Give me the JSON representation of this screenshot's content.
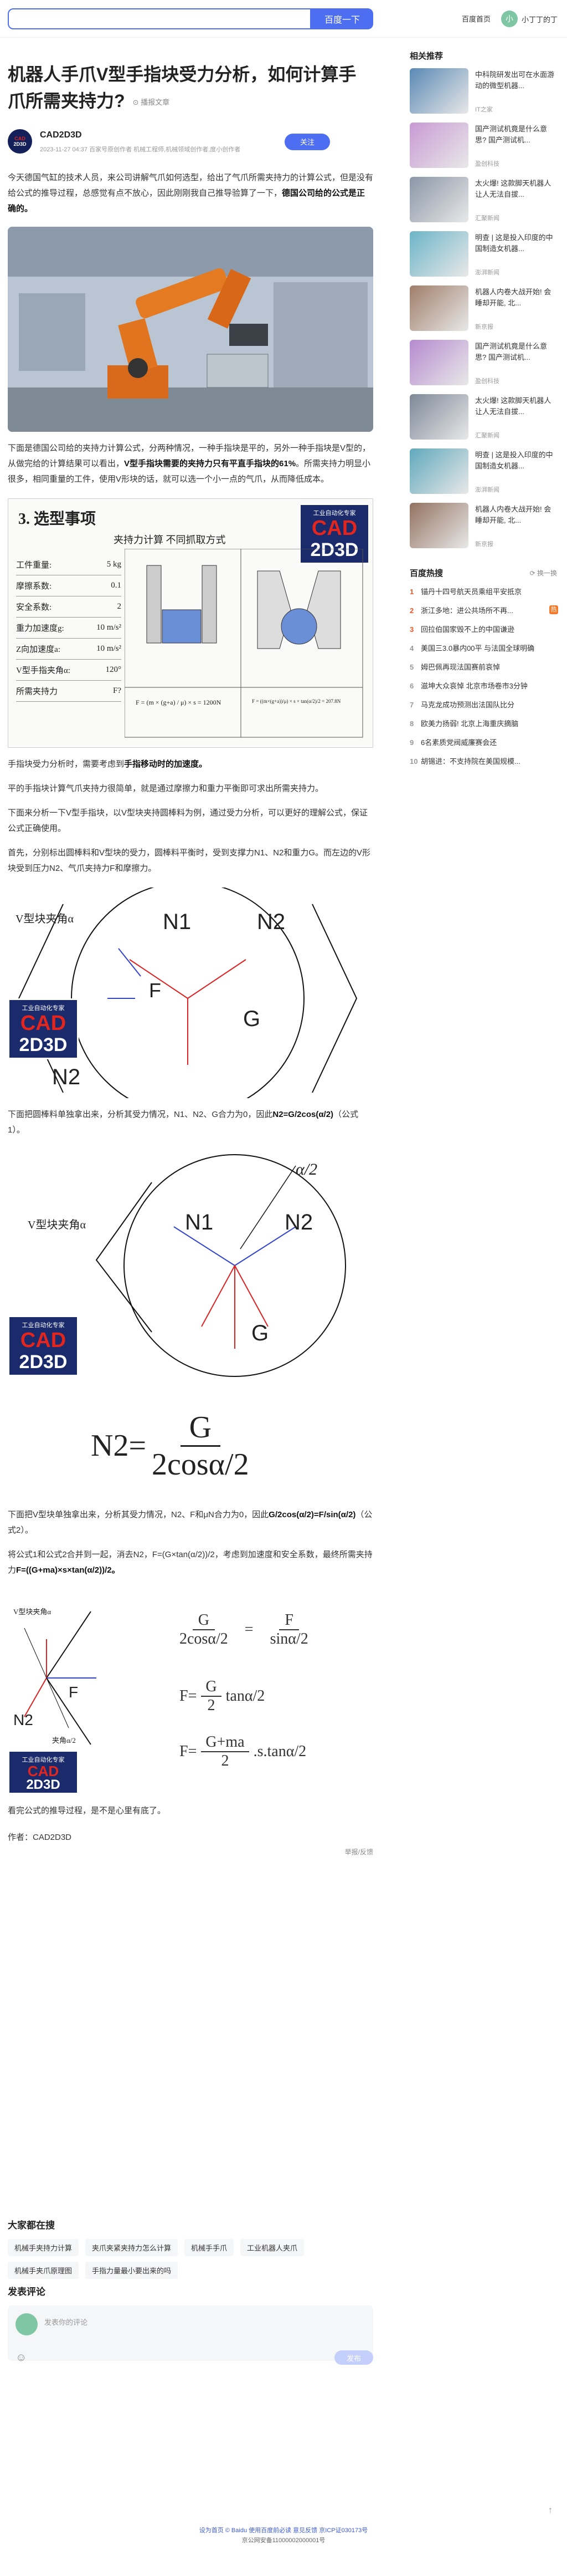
{
  "header": {
    "search_placeholder": "",
    "search_button": "百度一下",
    "home_link": "百度首页",
    "user_name": "小丁丁的丁",
    "user_initial": "小"
  },
  "article": {
    "title": "机器人手爪V型手指块受力分析，如何计算手爪所需夹持力?",
    "read_tag": "⊙ 播报文章",
    "author": {
      "logo_line1": "CAD",
      "logo_line2": "2D3D",
      "name": "CAD2D3D",
      "meta": "2023-11-27 04:37   百家号原创作者 机械工程师,机械领域创作者,度小创作者",
      "follow": "关注"
    },
    "p1_plain": "今天德国气缸的技术人员，来公司讲解气爪如何选型，给出了气爪所需夹持力的计算公式，但是没有给公式的推导过程，总感觉有点不放心，因此刚刚我自己推导验算了一下，",
    "p1_bold": "德国公司给的公式是正确的。",
    "p2_plain": "下面是德国公司给的夹持力计算公式，分两种情况，一种手指块是平的，另外一种手指块是V型的，从做完给的计算结果可以看出，",
    "p2_bold": "V型手指块需要的夹持力只有平直手指块的61%",
    "p2_tail": "。所需夹持力明显小很多，相同重量的工件，使用V形块的话，就可以选一个小一点的气爪，从而降低成本。",
    "p3_plain": "手指块受力分析时，需要考虑到",
    "p3_bold": "手指移动时的加速度。",
    "p4": "平的手指块计算气爪夹持力很简单，就是通过摩擦力和重力平衡即可求出所需夹持力。",
    "p5": "下面来分析一下V型手指块，以V型块夹持圆棒料为例，通过受力分析，可以更好的理解公式，保证公式正确使用。",
    "p6": "首先，分别标出圆棒料和V型块的受力，圆棒料平衡时，受到支撑力N1、N2和重力G。而左边的V形块受到压力N2、气爪夹持力F和摩擦力。",
    "p7_plain": "下面把圆棒料单独拿出来，分析其受力情况，N1、N2、G合力为0，因此",
    "p7_bold": "N2=G/2cos(α/2)",
    "p7_tail": "（公式1）。",
    "p8_plain": "下面把V型块单独拿出来，分析其受力情况，N2、F和μN合力为0，因此",
    "p8_bold": "G/2cos(α/2)=F/sin(α/2)",
    "p8_tail": "（公式2）。",
    "p9_plain": "将公式1和公式2合并到一起，消去N2，F=(G×tan(α/2))/2，考虑到加速度和安全系数，最终所需夹持力",
    "p9_bold": "F=((G+ma)×s×tan(α/2))/2。",
    "p10": "看完公式的推导过程，是不是心里有底了。",
    "author_line": "作者：CAD2D3D",
    "report": "举报/反馈"
  },
  "table_image": {
    "heading": "3. 选型事项",
    "subheading": "夹持力计算    不同抓取方式",
    "rows": [
      {
        "label": "工件重量:",
        "value": "5 kg"
      },
      {
        "label": "摩擦系数:",
        "value": "0.1"
      },
      {
        "label": "安全系数:",
        "value": "2"
      },
      {
        "label": "重力加速度g:",
        "value": "10 m/s²"
      },
      {
        "label": "Z向加速度a:",
        "value": "10 m/s²"
      },
      {
        "label": "V型手指夹角α:",
        "value": "120°"
      },
      {
        "label": "所需夹持力",
        "value": "F?"
      }
    ],
    "formula_flat": "F = (m × (g+a) / μ) × s = 1200N",
    "formula_v": "F = ((m×(g+a))/μ) × s × tan(α/2)/2 = 207.8N"
  },
  "brand": {
    "line1": "工业自动化专家",
    "line2": "CAD",
    "line3": "2D3D"
  },
  "diagram1": {
    "v_label": "V型块夹角α",
    "n1": "N1",
    "n2": "N2",
    "f": "F",
    "g": "G",
    "n2b": "N2"
  },
  "diagram2": {
    "v_label": "V型块夹角α",
    "alpha": "α/2",
    "n1": "N1",
    "n2": "N2",
    "g": "G",
    "eq_left": "N2=",
    "eq_num": "G",
    "eq_den": "2cosα/2"
  },
  "diagram3": {
    "v_label": "V型块夹角α",
    "alpha": "夹角α/2",
    "f": "F",
    "n2": "N2",
    "eq1_num": "G",
    "eq1_den": "2cosα/2",
    "eq1_rnum": "F",
    "eq1_rden": "sinα/2",
    "eq2_left": "F=",
    "eq2_num": "G",
    "eq2_den": "2",
    "eq2_tail": "tanα/2",
    "eq3_left": "F=",
    "eq3_num": "G+ma",
    "eq3_den": "2",
    "eq3_tail": ".s.tanα/2"
  },
  "search_more": {
    "title": "大家都在搜",
    "tags": [
      "机械手夹持力计算",
      "夹爪夹紧夹持力怎么计算",
      "机械手手爪",
      "工业机器人夹爪",
      "机械手夹爪原理图",
      "手指力量最小要出来的吗"
    ]
  },
  "comment": {
    "title": "发表评论",
    "placeholder": "发表你的评论",
    "emoji": "☺",
    "send": "发布"
  },
  "sidebar": {
    "recommend_title": "相关推荐",
    "items": [
      {
        "title": "中科院研发出可在水面游动的微型机器...",
        "src": "IT之家",
        "color": "#5a89b5"
      },
      {
        "title": "国产测试机竟是什么意思? 国产测试机...",
        "src": "盈创科技",
        "color": "#c99ad4"
      },
      {
        "title": "太火爆! 这款脚天机器人让人无法自拔...",
        "src": "汇聚新闻",
        "color": "#8a96a7"
      },
      {
        "title": "明查 | 这是投入印度的中国制造女机器...",
        "src": "澎湃新闻",
        "color": "#6cb5c8"
      },
      {
        "title": "机器人内卷大战开始! 会睡却开能, 北...",
        "src": "新京报",
        "color": "#a07e6a"
      },
      {
        "title": "国产测试机竟是什么意思? 国产测试机...",
        "src": "盈创科技",
        "color": "#b68ad0"
      },
      {
        "title": "太火爆! 这款脚天机器人让人无法自拔...",
        "src": "汇聚新闻",
        "color": "#7d8898"
      },
      {
        "title": "明查 | 这是投入印度的中国制造女机器...",
        "src": "澎湃新闻",
        "color": "#5fa9bc"
      },
      {
        "title": "机器人内卷大战开始! 会睡却开能, 北...",
        "src": "新京报",
        "color": "#937260"
      }
    ],
    "hot_title": "百度热搜",
    "hot_change": "⟳ 换一换",
    "hot_items": [
      {
        "n": "1",
        "text": "锚丹十四号航天员乘组平安抵京"
      },
      {
        "n": "2",
        "text": "浙江多地：进公共场所不再...",
        "badge": "热"
      },
      {
        "n": "3",
        "text": "回拉伯国家毁不上的中国谦逊"
      },
      {
        "n": "4",
        "text": "美国三3.0暴内00平 与法国全球明确"
      },
      {
        "n": "5",
        "text": "姆巴佩再现法国赛前哀悼"
      },
      {
        "n": "6",
        "text": "滋坤大众哀悼 北京市场卷市3分钟"
      },
      {
        "n": "7",
        "text": "马克龙成功预测出法国队比分"
      },
      {
        "n": "8",
        "text": "欧美力扬弱! 北京上海重庆摘脑"
      },
      {
        "n": "9",
        "text": "6名素质党阀威廉赛会还"
      },
      {
        "n": "10",
        "text": "胡锡进：不支持院在美国规模..."
      }
    ]
  },
  "footer": {
    "line1_links": "设为首页 © Baidu 使用百度前必读 意见反馈 京ICP证030173号",
    "line2": "京公网安备11000002000001号",
    "to_top": "↑"
  }
}
